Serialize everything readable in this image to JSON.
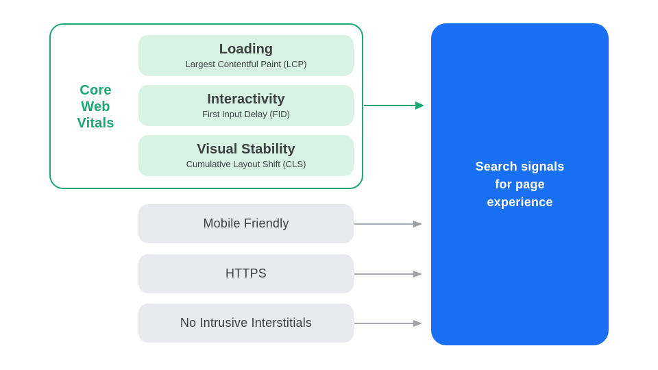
{
  "colors": {
    "green": "#1BA672",
    "green_light": "#D8F3E4",
    "blue": "#1A70F2",
    "gray_box": "#E8EAED",
    "text_dark": "#3C4043",
    "text_white": "#FFFFFF",
    "arrow_gray": "#9AA0A6"
  },
  "core_web_vitals": {
    "label_lines": [
      "Core",
      "Web",
      "Vitals"
    ],
    "items": [
      {
        "title": "Loading",
        "subtitle": "Largest Contentful Paint (LCP)"
      },
      {
        "title": "Interactivity",
        "subtitle": "First Input Delay (FID)"
      },
      {
        "title": "Visual Stability",
        "subtitle": "Cumulative Layout Shift (CLS)"
      }
    ]
  },
  "other_signals": [
    {
      "label": "Mobile Friendly"
    },
    {
      "label": "HTTPS"
    },
    {
      "label": "No Intrusive Interstitials"
    }
  ],
  "result_box": {
    "lines": [
      "Search signals",
      "for page",
      "experience"
    ]
  }
}
